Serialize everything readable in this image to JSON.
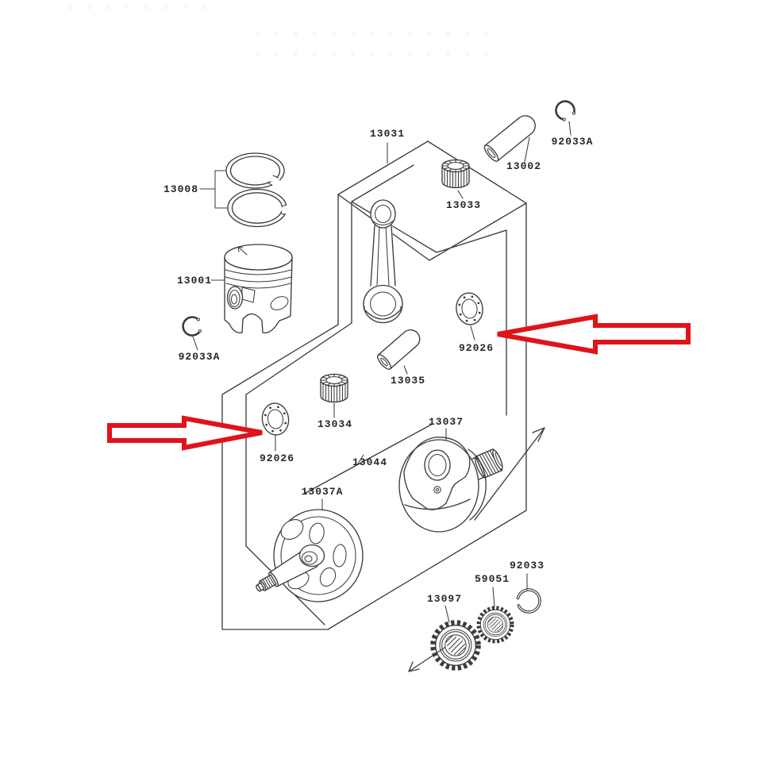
{
  "diagram": {
    "kind": "exploded-parts-diagram",
    "subject": "engine crankshaft and piston assembly",
    "background_color": "#ffffff",
    "line_color": "#3c3c3c",
    "label_color": "#262626",
    "callout_color": "#e01319"
  },
  "labels": {
    "13008": "13008",
    "13001": "13001",
    "92033A": "92033A",
    "13031": "13031",
    "13033": "13033",
    "13002": "13002",
    "92026": "92026",
    "13035": "13035",
    "13034": "13034",
    "13044": "13044",
    "13037": "13037",
    "13037A": "13037A",
    "13097": "13097",
    "59051": "59051",
    "92033": "92033"
  },
  "callouts": [
    {
      "target": "92026",
      "side": "right",
      "direction": "pointing-left"
    },
    {
      "target": "92026",
      "side": "left",
      "direction": "pointing-right"
    }
  ]
}
